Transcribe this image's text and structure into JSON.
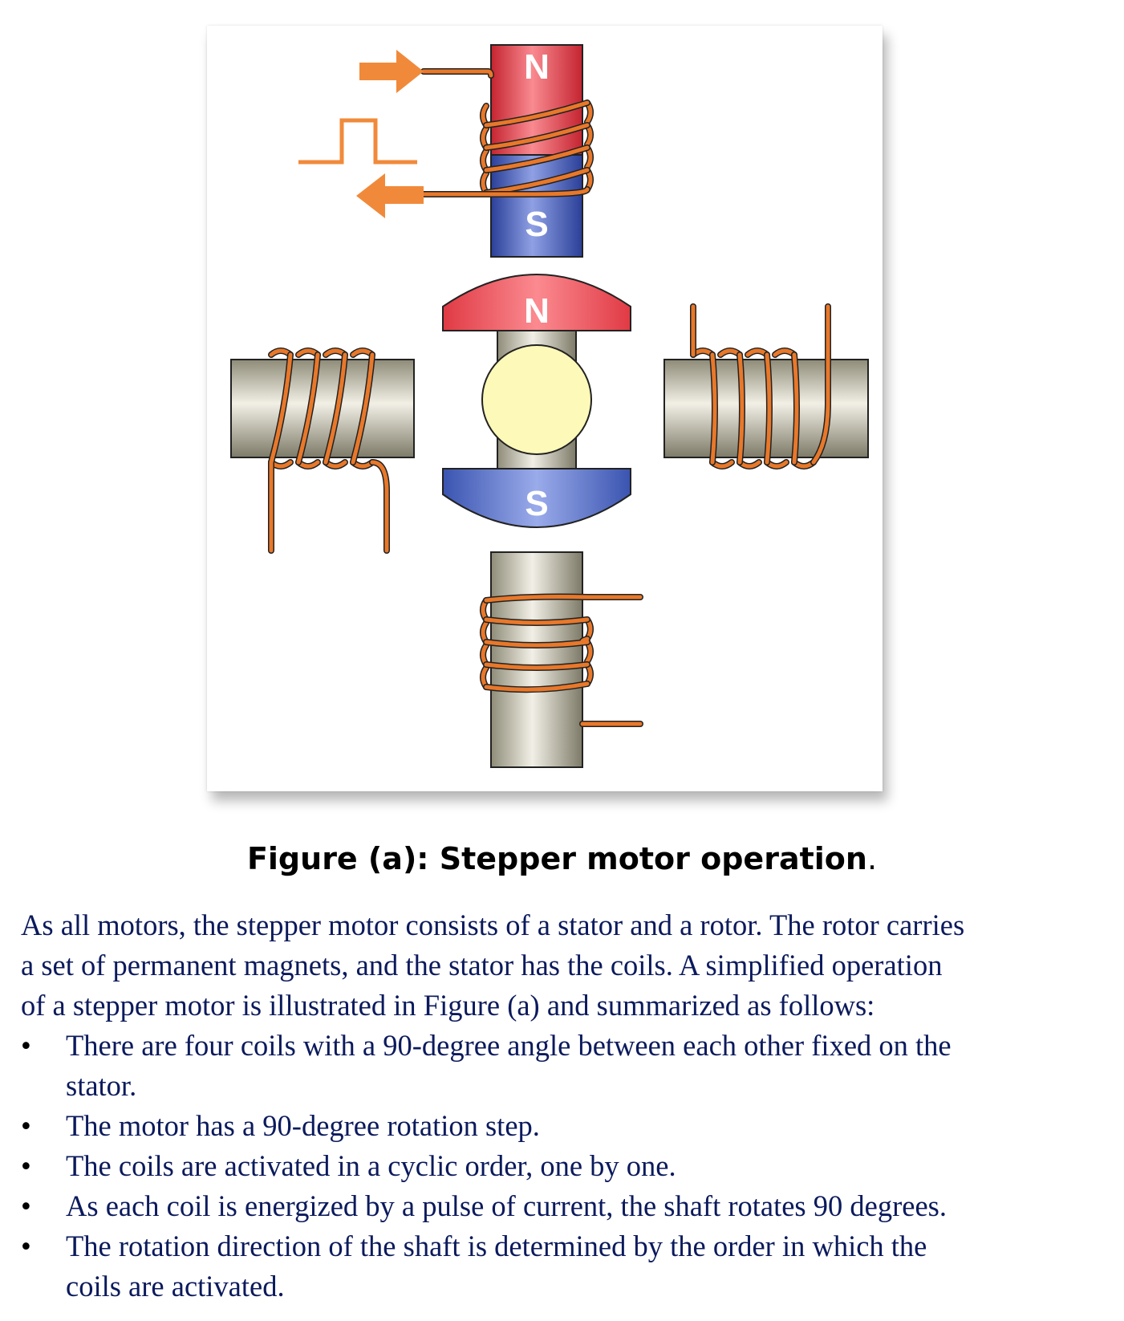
{
  "figure": {
    "pole_top_north": "N",
    "pole_top_south": "S",
    "rotor_north": "N",
    "rotor_south": "S",
    "icons": [
      "arrow-right-icon",
      "arrow-left-icon",
      "pulse-waveform-icon"
    ],
    "colors": {
      "north": "#e8343c",
      "south": "#3a56b0",
      "coil": "#e8782a",
      "stator": "#b9b59e",
      "rotor_center": "#fdf9b8"
    }
  },
  "caption": {
    "title": "Figure (a): Stepper motor operation",
    "trailing": "."
  },
  "body": {
    "intro_lines": [
      "As all motors, the stepper motor consists of a stator and a rotor. The rotor carries",
      "a set of permanent magnets, and the stator has the coils. A simplified operation",
      "of a stepper motor is illustrated in Figure (a) and summarized as follows:"
    ],
    "bullet_symbol": "•",
    "bullets": [
      {
        "lines": [
          "There are four coils with a 90-degree angle between each other fixed on the",
          "stator."
        ]
      },
      {
        "lines": [
          "The motor has a 90-degree rotation step."
        ]
      },
      {
        "lines": [
          "The coils are activated in a cyclic order, one by one."
        ]
      },
      {
        "lines": [
          "As each coil is energized by a pulse of current, the shaft rotates 90 degrees."
        ]
      },
      {
        "lines": [
          "The rotation direction of the shaft is determined by the order in which the",
          "coils are activated."
        ]
      }
    ]
  }
}
